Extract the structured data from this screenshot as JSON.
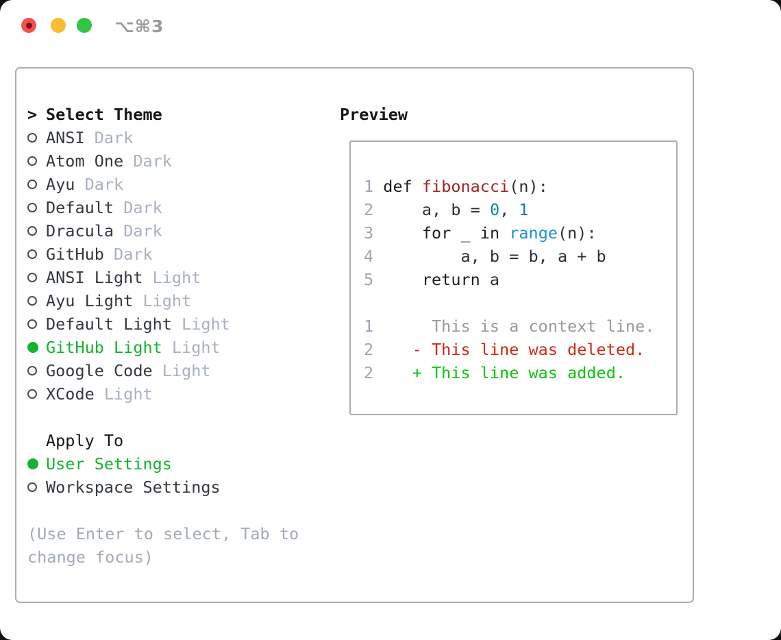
{
  "window": {
    "title": "⌥⌘3"
  },
  "colors": {
    "selection_green": "#12b42e",
    "added_green": "#0cc40c",
    "deleted_red": "#cd2a15",
    "context_gray": "#999999",
    "gutter_gray": "#9da6b2",
    "keyword": "#1b1f23",
    "function_red": "#a12626",
    "number_teal": "#0e8290",
    "builtin_blue": "#1a93cc",
    "code_text": "#2a3036",
    "name_text": "#33383f",
    "variant_gray": "#a8b1bf",
    "hint_gray": "#a2aab8",
    "border_gray": "#a7aeb8",
    "title_gray": "#9b9b9b",
    "traffic_red": "#f4514e",
    "traffic_yellow": "#f9bd31",
    "traffic_green": "#31c546"
  },
  "theme_panel": {
    "prompt": ">",
    "heading": "Select Theme",
    "items": [
      {
        "name": "ANSI",
        "variant": "Dark",
        "selected": false
      },
      {
        "name": "Atom One",
        "variant": "Dark",
        "selected": false
      },
      {
        "name": "Ayu",
        "variant": "Dark",
        "selected": false
      },
      {
        "name": "Default",
        "variant": "Dark",
        "selected": false
      },
      {
        "name": "Dracula",
        "variant": "Dark",
        "selected": false
      },
      {
        "name": "GitHub",
        "variant": "Dark",
        "selected": false
      },
      {
        "name": "ANSI Light",
        "variant": "Light",
        "selected": false
      },
      {
        "name": "Ayu Light",
        "variant": "Light",
        "selected": false
      },
      {
        "name": "Default Light",
        "variant": "Light",
        "selected": false
      },
      {
        "name": "GitHub Light",
        "variant": "Light",
        "selected": true
      },
      {
        "name": "Google Code",
        "variant": "Light",
        "selected": false
      },
      {
        "name": "XCode",
        "variant": "Light",
        "selected": false
      }
    ],
    "apply_heading": "Apply To",
    "apply_options": [
      {
        "label": "User Settings",
        "selected": true
      },
      {
        "label": "Workspace Settings",
        "selected": false
      }
    ],
    "hint": "(Use Enter to select, Tab to change focus)"
  },
  "preview": {
    "heading": "Preview",
    "code_lines": [
      [
        {
          "t": "1 ",
          "c": "gutter"
        },
        {
          "t": "def",
          "c": "kw"
        },
        {
          "t": " ",
          "c": "txt"
        },
        {
          "t": "fibonacci",
          "c": "fn"
        },
        {
          "t": "(n):",
          "c": "txt"
        }
      ],
      [
        {
          "t": "2 ",
          "c": "gutter"
        },
        {
          "t": "    a, b = ",
          "c": "txt"
        },
        {
          "t": "0",
          "c": "num"
        },
        {
          "t": ", ",
          "c": "txt"
        },
        {
          "t": "1",
          "c": "num"
        }
      ],
      [
        {
          "t": "3 ",
          "c": "gutter"
        },
        {
          "t": "    ",
          "c": "txt"
        },
        {
          "t": "for",
          "c": "kw"
        },
        {
          "t": " _ ",
          "c": "txt"
        },
        {
          "t": "in",
          "c": "kw"
        },
        {
          "t": " ",
          "c": "txt"
        },
        {
          "t": "range",
          "c": "builtin"
        },
        {
          "t": "(n):",
          "c": "txt"
        }
      ],
      [
        {
          "t": "4 ",
          "c": "gutter"
        },
        {
          "t": "        a, b = b, a + b",
          "c": "txt"
        }
      ],
      [
        {
          "t": "5 ",
          "c": "gutter"
        },
        {
          "t": "    ",
          "c": "txt"
        },
        {
          "t": "return",
          "c": "kw"
        },
        {
          "t": " a",
          "c": "txt"
        }
      ],
      [],
      [
        {
          "t": "1 ",
          "c": "gutter"
        },
        {
          "t": "     This is a context line.",
          "c": "ctx"
        }
      ],
      [
        {
          "t": "2 ",
          "c": "gutter"
        },
        {
          "t": "   - This line was deleted.",
          "c": "del"
        }
      ],
      [
        {
          "t": "2 ",
          "c": "gutter"
        },
        {
          "t": "   + This line was added.",
          "c": "add"
        }
      ]
    ]
  }
}
